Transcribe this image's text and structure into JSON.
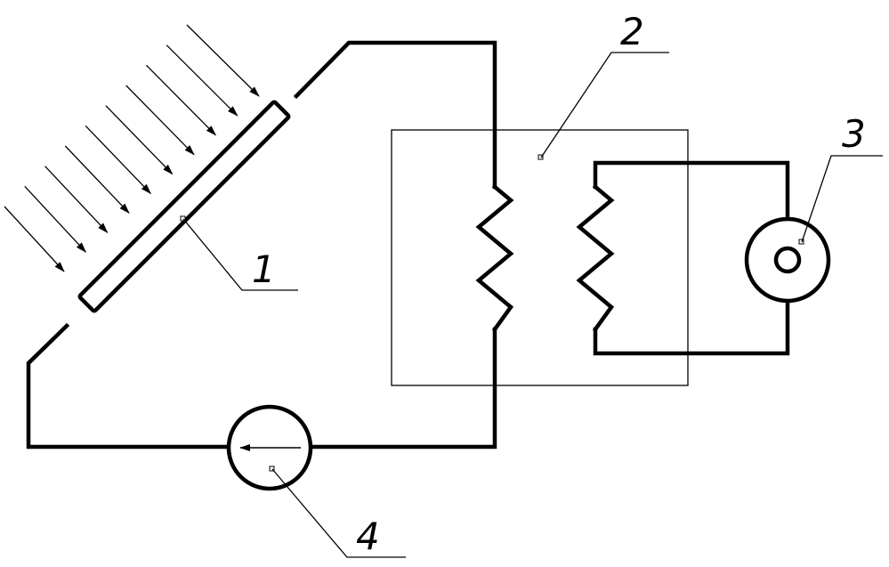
{
  "labels": {
    "collector": "1",
    "heat_exchanger": "2",
    "consumer": "3",
    "pump": "4"
  },
  "sun_rays": {
    "count": 10
  }
}
